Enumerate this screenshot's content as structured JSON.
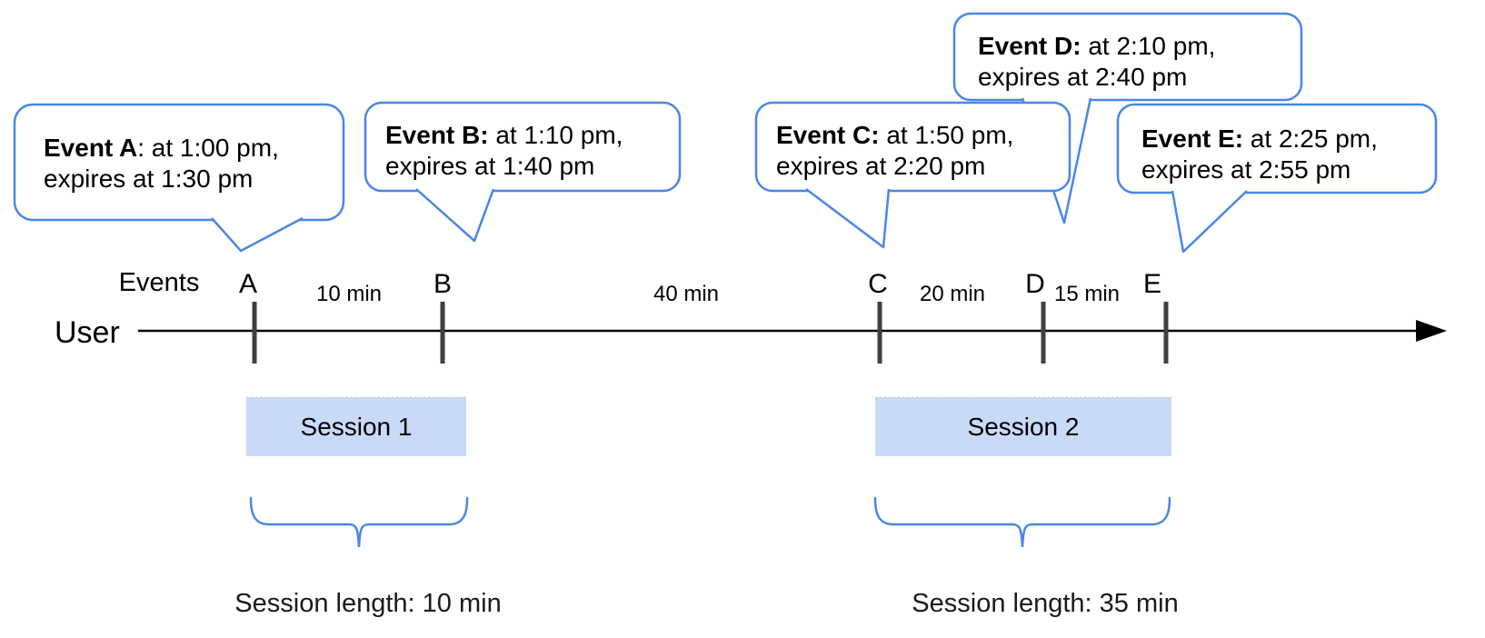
{
  "axis": {
    "events_label": "Events",
    "user_label": "User"
  },
  "bubbles": [
    {
      "letter": "A",
      "bold": "Event A",
      "rest": ": at 1:00 pm,",
      "line2": "expires at 1:30 pm"
    },
    {
      "letter": "B",
      "bold": "Event B:",
      "rest": " at 1:10 pm,",
      "line2": "expires at 1:40 pm"
    },
    {
      "letter": "C",
      "bold": "Event C:",
      "rest": " at 1:50 pm,",
      "line2": "expires at 2:20 pm"
    },
    {
      "letter": "D",
      "bold": "Event D:",
      "rest": " at 2:10 pm,",
      "line2": "expires at 2:40 pm"
    },
    {
      "letter": "E",
      "bold": "Event E:",
      "rest": " at 2:25 pm,",
      "line2": "expires at 2:55 pm"
    }
  ],
  "intervals": [
    {
      "label": "10 min"
    },
    {
      "label": "40 min"
    },
    {
      "label": "20 min"
    },
    {
      "label": "15 min"
    }
  ],
  "sessions": [
    {
      "label": "Session 1",
      "length": "Session length: 10 min"
    },
    {
      "label": "Session 2",
      "length": "Session length: 35 min"
    }
  ],
  "colors": {
    "bubble_border": "#4a86e8",
    "brace": "#4a86e8",
    "session_fill": "#c9daf8",
    "tick": "#3f3f3f",
    "axis_line": "#000000"
  }
}
